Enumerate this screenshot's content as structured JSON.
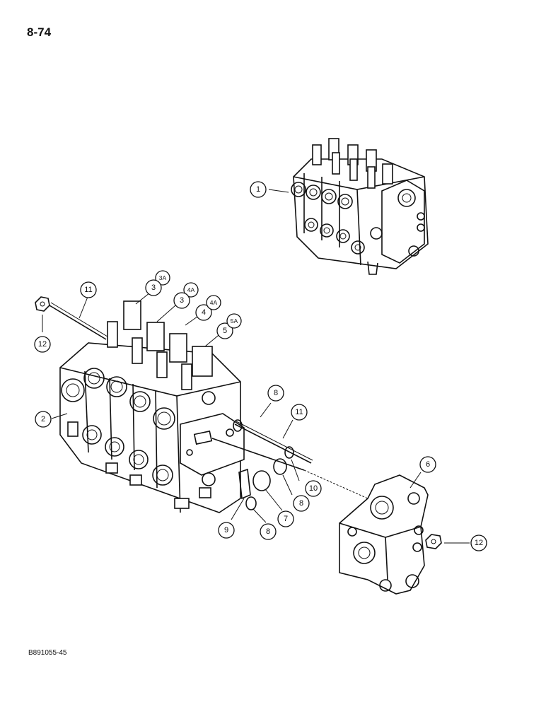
{
  "page": {
    "page_number": "8-74",
    "figure_code": "B891055-45"
  },
  "callouts": {
    "c1": "1",
    "c2": "2",
    "c3a": "3A",
    "c3_top": "3",
    "c4a_top": "4A",
    "c3_mid": "3",
    "c4": "4",
    "c4a_mid": "4A",
    "c5": "5",
    "c5a": "5A",
    "c6": "6",
    "c7": "7",
    "c8_top": "8",
    "c8_mid": "8",
    "c8_bot": "8",
    "c9": "9",
    "c10": "10",
    "c11_left": "11",
    "c11_right": "11",
    "c12_left": "12",
    "c12_right": "12"
  }
}
